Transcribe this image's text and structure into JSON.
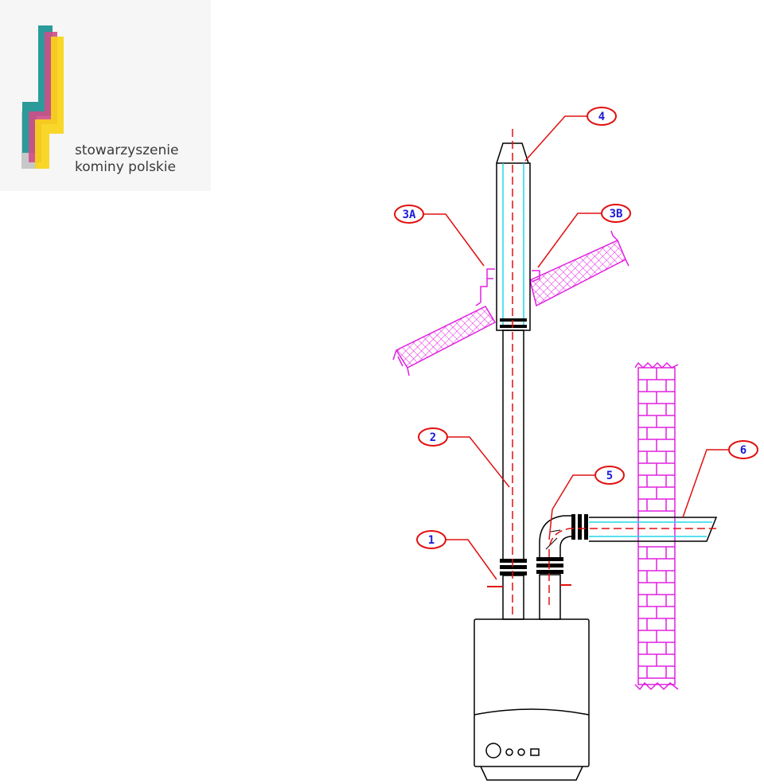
{
  "logo": {
    "line1": "stowarzyszenie",
    "line2": "kominy polskie",
    "colors": {
      "teal": "#2a9a9a",
      "magenta": "#d04e8a",
      "yellow": "#f7d417",
      "grey": "#c8c8c8"
    }
  },
  "diagram": {
    "colors": {
      "callout": "#e01010",
      "callout_text": "#1a1ad6",
      "centerline": "#e01010",
      "wall": "#e020e0",
      "pipe": "#000000",
      "liner": "#20d8e8"
    },
    "callouts": {
      "c1": "1",
      "c2": "2",
      "c3a": "3A",
      "c3b": "3B",
      "c4": "4",
      "c5": "5",
      "c6": "6"
    }
  }
}
